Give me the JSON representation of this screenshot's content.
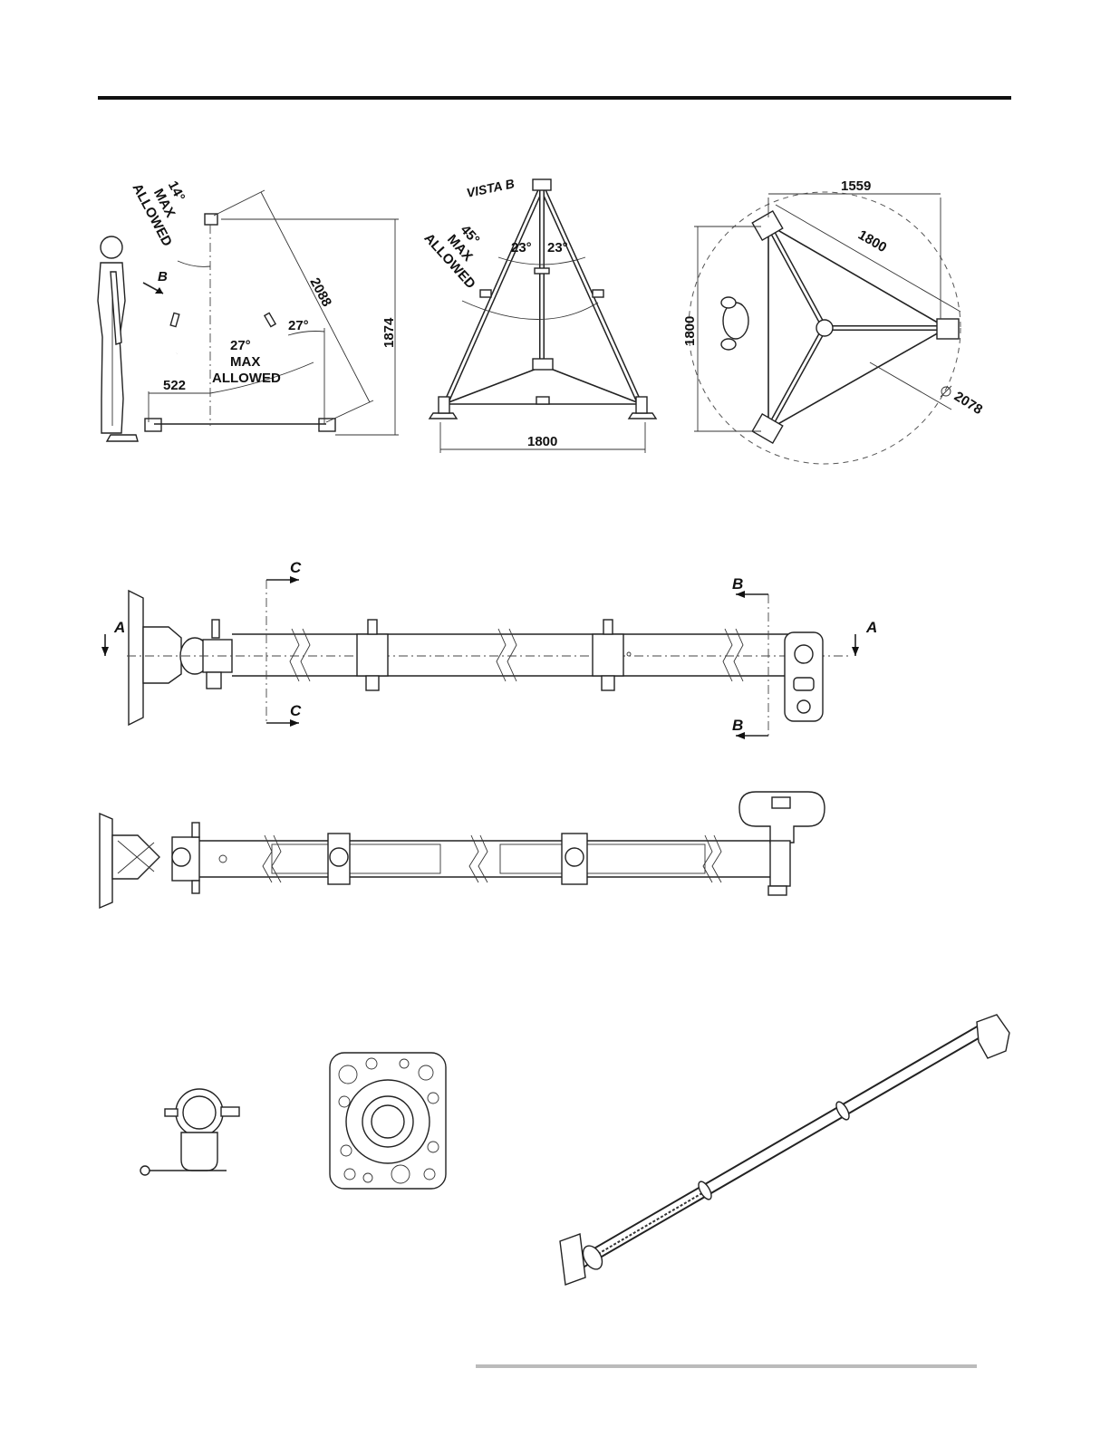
{
  "top_views": {
    "side": {
      "angle_top": "14°",
      "max_top": "MAX",
      "allowed_top": "ALLOWED",
      "view_arrow": "B",
      "leg_length": "2088",
      "height": "1874",
      "angle_right": "27°",
      "angle_max": "27°",
      "max_mid": "MAX",
      "allowed_mid": "ALLOWED",
      "offset": "522"
    },
    "front": {
      "view_label": "VISTA B",
      "angle_side": "45°",
      "max": "MAX",
      "allowed": "ALLOWED",
      "angle_left": "23°",
      "angle_right": "23°",
      "base_width": "1800"
    },
    "plan": {
      "width_top": "1559",
      "diag": "1800",
      "height_left": "1800",
      "circle_dia": "2078"
    }
  },
  "leg_views": {
    "sections": {
      "a_left": "A",
      "a_right": "A",
      "c_top": "C",
      "c_bottom": "C",
      "b_top": "B",
      "b_bottom": "B"
    }
  }
}
